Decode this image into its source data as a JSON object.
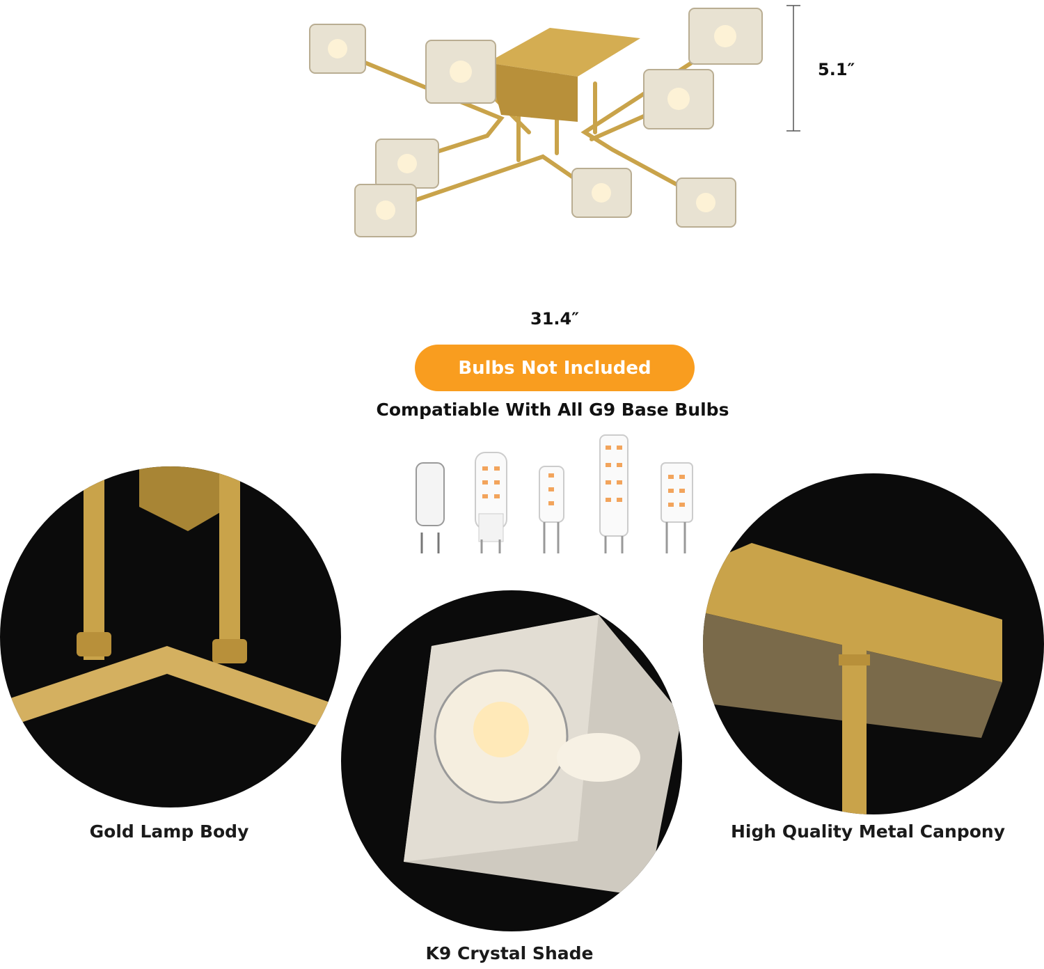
{
  "dimensions": {
    "height": "5.1″",
    "width": "31.4″"
  },
  "notice": {
    "label": "Bulbs Not Included",
    "color": "#f99d1f"
  },
  "compatibility": "Compatiable With All G9 Base Bulbs",
  "bulbs": [
    "halogen-g9-bulb-icon",
    "led-g9-bulb-icon",
    "led-g9-bulb-icon",
    "led-g9-bulb-icon",
    "led-g9-bulb-icon"
  ],
  "details": [
    {
      "label": "Gold Lamp Body"
    },
    {
      "label": "K9 Crystal Shade"
    },
    {
      "label": "High Quality Metal Canpony"
    }
  ],
  "colors": {
    "gold": "#c9a34a",
    "dark": "#0b0b0b",
    "led": "#f2a45c"
  }
}
